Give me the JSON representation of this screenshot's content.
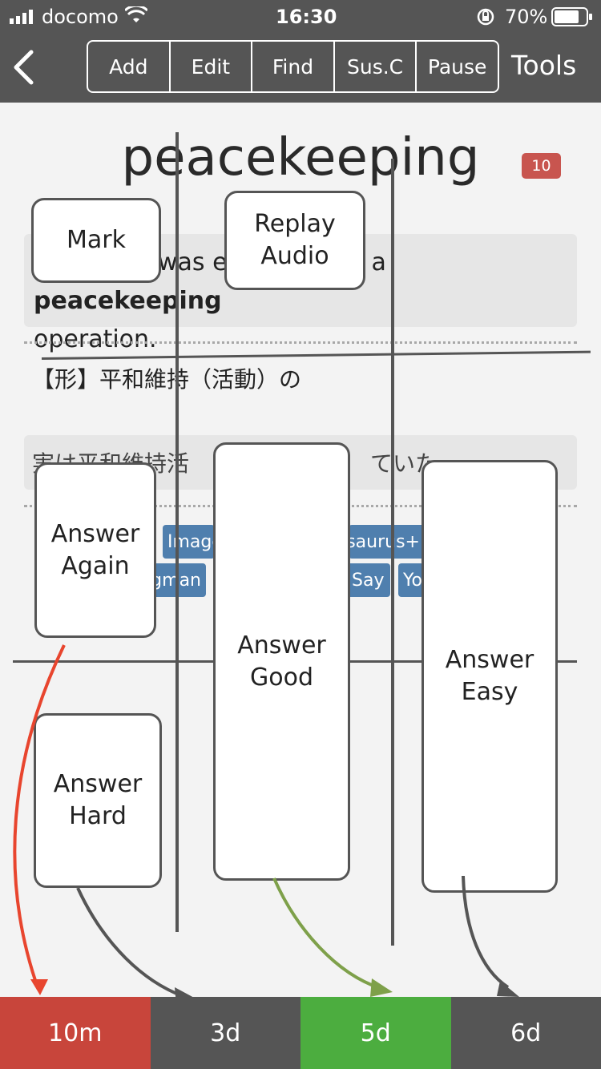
{
  "status": {
    "carrier": "docomo",
    "time": "16:30",
    "battery": "70%"
  },
  "nav": {
    "segments": [
      "Add",
      "Edit",
      "Find",
      "Sus.C",
      "Pause"
    ],
    "tools_label": "Tools"
  },
  "card": {
    "word": "peacekeeping",
    "badge": "10",
    "sentence_before": "was e",
    "sentence_hidden": "a",
    "sentence_bold": "peacekeeping",
    "sentence_end": "operation.",
    "meaning": "【形】平和維持（活動）の",
    "translation_start": "実は平和維持活",
    "translation_end": "ていた。",
    "tags": [
      "Image",
      "gman",
      "esaurus+",
      "Say",
      "Yo"
    ]
  },
  "overlay": {
    "mark": "Mark",
    "replay_line1": "Replay",
    "replay_line2": "Audio",
    "again_line1": "Answer",
    "again_line2": "Again",
    "good_line1": "Answer",
    "good_line2": "Good",
    "easy_line1": "Answer",
    "easy_line2": "Easy",
    "hard_line1": "Answer",
    "hard_line2": "Hard"
  },
  "answers": [
    {
      "label": "10m",
      "color": "#c8453b"
    },
    {
      "label": "3d",
      "color": "#555555"
    },
    {
      "label": "5d",
      "color": "#4cad3f"
    },
    {
      "label": "6d",
      "color": "#555555"
    }
  ],
  "colors": {
    "arrow_again": "#e8452e",
    "arrow_good": "#7ea04a",
    "arrow_dark": "#555555"
  }
}
